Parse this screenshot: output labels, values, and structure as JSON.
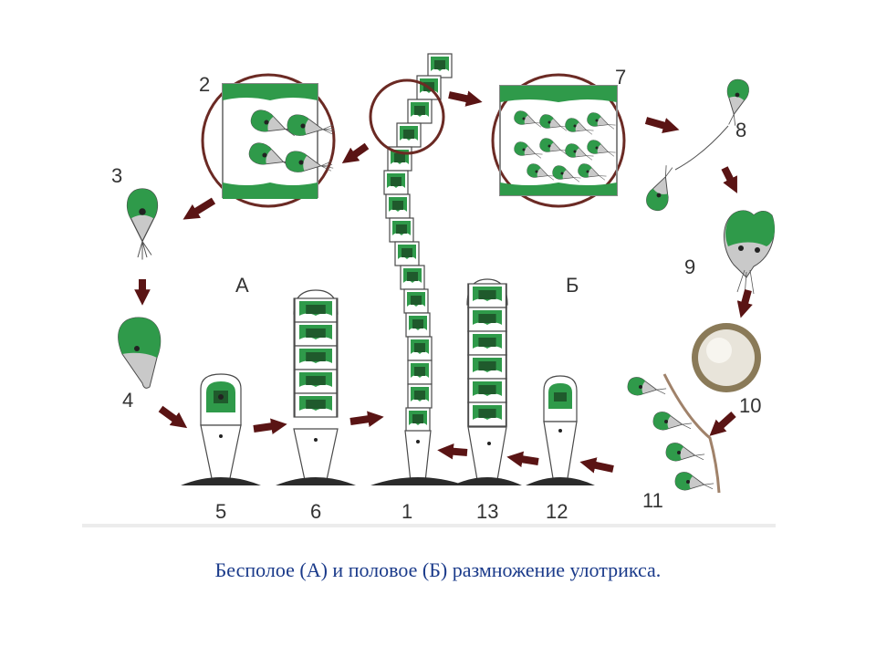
{
  "caption": "Бесполое (А) и половое (Б) размножение улотрикса.",
  "labels": {
    "n1": "1",
    "n2": "2",
    "n3": "3",
    "n4": "4",
    "n5": "5",
    "n6": "6",
    "n7": "7",
    "n8": "8",
    "n9": "9",
    "n10": "10",
    "n11": "11",
    "n12": "12",
    "n13": "13",
    "section_a": "А",
    "section_b": "Б"
  },
  "colors": {
    "green": "#2f9a4a",
    "dark_green": "#1f5a2c",
    "arrow": "#5a1414",
    "cell_grey": "#c9c9c9",
    "outline": "#4a4a4a",
    "circle": "#6b2a24"
  }
}
